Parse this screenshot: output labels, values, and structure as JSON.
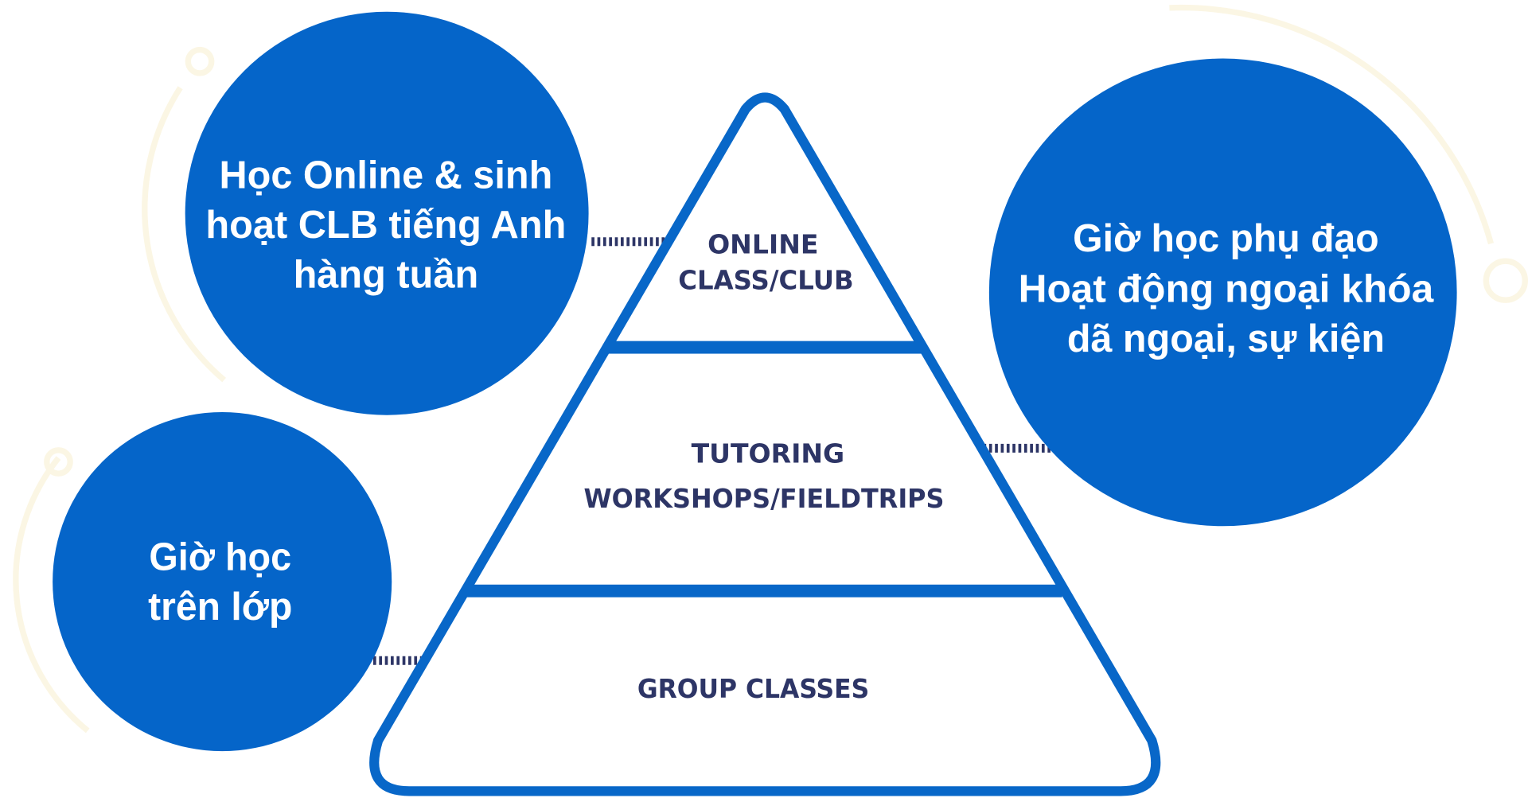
{
  "colors": {
    "circle": "#0565c9",
    "pyramid": "#0867c8",
    "label": "#2d3566",
    "connector": "#2d3566"
  },
  "circles": [
    {
      "lines": [
        "Học Online & sinh",
        "hoạt CLB tiếng Anh",
        "hàng tuần"
      ]
    },
    {
      "lines": [
        "Giờ học phụ đạo",
        "Hoạt động ngoại khóa",
        "dã ngoại, sự kiện"
      ]
    },
    {
      "lines": [
        "Giờ học",
        "trên lớp"
      ]
    }
  ],
  "pyramid": {
    "tiers": [
      {
        "lines": [
          "ONLINE",
          "CLASS/CLUB"
        ]
      },
      {
        "lines": [
          "TUTORING",
          "WORKSHOPS/FIELDTRIPS"
        ]
      },
      {
        "lines": [
          "GROUP CLASSES"
        ]
      }
    ]
  }
}
